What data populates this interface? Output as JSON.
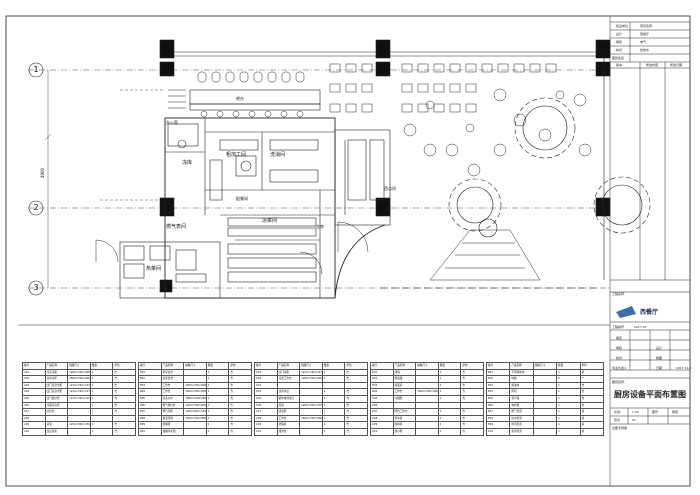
{
  "title_block": {
    "top_rows": [
      {
        "label": "建设单位",
        "value": "项目名称"
      },
      {
        "label": "设计",
        "value": "西餐厅"
      },
      {
        "label": "审核",
        "value": "电气"
      },
      {
        "label": "校对",
        "value": "给排水"
      },
      {
        "label": "图纸会签",
        "value": ""
      }
    ],
    "revision_header": [
      "版本",
      "修改内容",
      "修改日期"
    ],
    "project_label": "工程名称:",
    "logo": "西餐厅",
    "design_no_label": "工程编号",
    "design_no": "2017-03",
    "sign_rows": [
      {
        "label": "审定",
        "value": ""
      },
      {
        "label": "审核",
        "value": "设计"
      },
      {
        "label": "校对",
        "value": "制图"
      },
      {
        "label": "专业负责人",
        "value": "日期",
        "date": "2017.11.3"
      }
    ],
    "drawing_title_label": "图纸名称:",
    "drawing_title": "厨房设备平面布置图",
    "scale_label": "比例",
    "scale": "1:50",
    "sheet_label": "图号",
    "sheet": "厨施",
    "page_label": "页次",
    "page": "01",
    "stamp_label": "出图专用章"
  },
  "plan": {
    "rooms": [
      {
        "label": "冻库",
        "id": "room-freezer"
      },
      {
        "label": "办公室",
        "id": "room-office"
      },
      {
        "label": "洗消间",
        "id": "room-washing"
      },
      {
        "label": "粗加工间",
        "id": "room-prep"
      },
      {
        "label": "凉菜间",
        "id": "room-cold-dishes"
      },
      {
        "label": "燃气表间",
        "id": "room-gas-meter"
      },
      {
        "label": "热菜间",
        "id": "room-hot-kitchen"
      },
      {
        "label": "配餐间",
        "id": "room-pantry"
      },
      {
        "label": "仓库",
        "id": "room-storage"
      },
      {
        "label": "吧台",
        "id": "room-bar"
      },
      {
        "label": "西点间",
        "id": "room-pastry"
      }
    ],
    "grid_numbers": [
      "1",
      "2",
      "3"
    ],
    "dimension_label": "4900"
  },
  "schedule": {
    "headers": [
      "编号",
      "产品名称",
      "规格尺寸",
      "数量",
      "单位"
    ],
    "tables": [
      {
        "rows": [
          [
            "A01",
            "冷冻冰箱",
            "1200×700×800",
            "1",
            "台"
          ],
          [
            "A02",
            "双星冷柜",
            "1500×760×800",
            "1",
            "台"
          ],
          [
            "A03",
            "四门高身雪柜",
            "1210×760×1970",
            "1",
            "台"
          ],
          [
            "A04",
            "四门高身雪柜",
            "1210×760×1970",
            "1",
            "台"
          ],
          [
            "A05",
            "四门展示柜",
            "1210×760×1970",
            "1",
            "台"
          ],
          [
            "A06",
            "冷藏冷冻柜",
            "",
            "1",
            "台"
          ],
          [
            "A07",
            "炒灶台",
            "",
            "1",
            "台"
          ],
          [
            "A08",
            "",
            "",
            "",
            ""
          ],
          [
            "A09",
            "货架",
            "1200×500×1550",
            "2",
            "台"
          ],
          [
            "A10",
            "四层货架",
            "",
            "1",
            "台"
          ]
        ]
      },
      {
        "rows": [
          [
            "B01",
            "单星盆台",
            "",
            "1",
            "台"
          ],
          [
            "B02",
            "双星盆台",
            "",
            "1",
            "台"
          ],
          [
            "B03",
            "工作台",
            "1500×700×800",
            "1",
            "台"
          ],
          [
            "B04",
            "工作台",
            "1200×700×800",
            "1",
            "台"
          ],
          [
            "B05",
            "双头炒炉",
            "1800×1000×800",
            "1",
            "台"
          ],
          [
            "B06",
            "燃气煲仔炉",
            "1200×700×800",
            "1",
            "台"
          ],
          [
            "B07",
            "燃气蒸柜",
            "1200×800×1450",
            "1",
            "台"
          ],
          [
            "B08",
            "保温汤池",
            "1500×700×800",
            "1",
            "台"
          ],
          [
            "B09",
            "排烟罩",
            "",
            "1",
            "台"
          ],
          [
            "B10",
            "油烟净化器",
            "",
            "1",
            "台"
          ]
        ]
      },
      {
        "rows": [
          [
            "C01",
            "四门冰箱",
            "1210×760×1970",
            "1",
            "台"
          ],
          [
            "C02",
            "凉菜工作台",
            "1200×700×800",
            "1",
            "台"
          ],
          [
            "C03",
            "",
            "",
            "",
            ""
          ],
          [
            "C04",
            "双星水盆",
            "",
            "1",
            "台"
          ],
          [
            "C05",
            "紫外线消毒灯",
            "",
            "2",
            "台"
          ],
          [
            "C06",
            "层架",
            "1200×500×1550",
            "1",
            "台"
          ],
          [
            "C07",
            "消毒柜",
            "",
            "1",
            "台"
          ],
          [
            "C08",
            "工作台",
            "1500×700×800",
            "1",
            "台"
          ],
          [
            "C09",
            "洗碗机",
            "",
            "1",
            "台"
          ],
          [
            "C10",
            "残渣台",
            "",
            "1",
            "台"
          ]
        ]
      },
      {
        "rows": [
          [
            "D01",
            "烤箱",
            "",
            "1",
            "台"
          ],
          [
            "D02",
            "醒发箱",
            "",
            "1",
            "台"
          ],
          [
            "D03",
            "和面机",
            "",
            "1",
            "台"
          ],
          [
            "D04",
            "工作台",
            "1500×700×800",
            "1",
            "台"
          ],
          [
            "D05",
            "冷藏柜",
            "",
            "1",
            "台"
          ],
          [
            "D06",
            "",
            "",
            "",
            ""
          ],
          [
            "D07",
            "吧台工作台",
            "",
            "1",
            "台"
          ],
          [
            "D08",
            "制冰机",
            "",
            "1",
            "台"
          ],
          [
            "D09",
            "咖啡机",
            "",
            "1",
            "台"
          ],
          [
            "D10",
            "展示柜",
            "",
            "1",
            "台"
          ]
        ]
      },
      {
        "rows": [
          [
            "E01",
            "不锈钢地沟",
            "",
            "1",
            "项"
          ],
          [
            "E02",
            "地漏",
            "",
            "6",
            "个"
          ],
          [
            "E03",
            "隔油池",
            "",
            "1",
            "台"
          ],
          [
            "E04",
            "风机",
            "",
            "1",
            "台"
          ],
          [
            "E05",
            "消声器",
            "",
            "1",
            "台"
          ],
          [
            "E06",
            "电控箱",
            "",
            "1",
            "台"
          ],
          [
            "E07",
            "燃气管道",
            "",
            "1",
            "项"
          ],
          [
            "E08",
            "给水管道",
            "",
            "1",
            "项"
          ],
          [
            "E09",
            "排风管道",
            "",
            "1",
            "项"
          ],
          [
            "E10",
            "新风管道",
            "",
            "1",
            "项"
          ]
        ]
      }
    ]
  }
}
